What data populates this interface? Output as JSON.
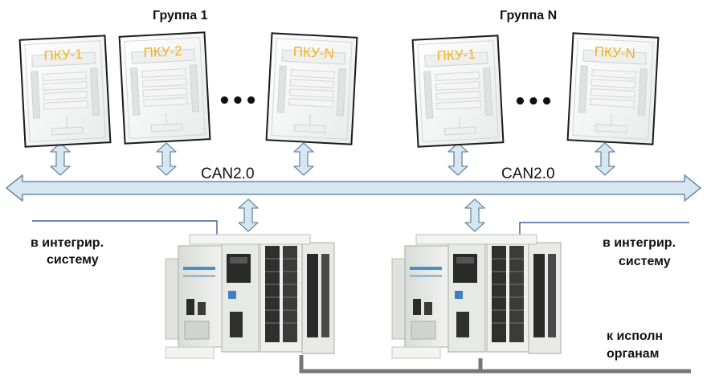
{
  "groups": [
    {
      "title": "Группа 1",
      "panels": [
        "ПКУ-1",
        "ПКУ-2",
        "ПКУ-N"
      ]
    },
    {
      "title": "Группа N",
      "panels": [
        "ПКУ-1",
        "ПКУ-N"
      ]
    }
  ],
  "ellipsis": "•••",
  "bus": {
    "label_left": "CAN2.0",
    "label_right": "CAN2.0"
  },
  "labels": {
    "left_integr_1": "в интегрир.",
    "left_integr_2": "систему",
    "right_integr_1": "в интегрир.",
    "right_integr_2": "систему",
    "actuators_1": "к исполн",
    "actuators_2": "органам"
  },
  "colors": {
    "panel_text": "#f2b21a",
    "bus_fill": "#d6e7f2",
    "bus_stroke": "#6b8aa3",
    "module": "#e6e8e4",
    "line_gray": "#7a7a7a"
  }
}
